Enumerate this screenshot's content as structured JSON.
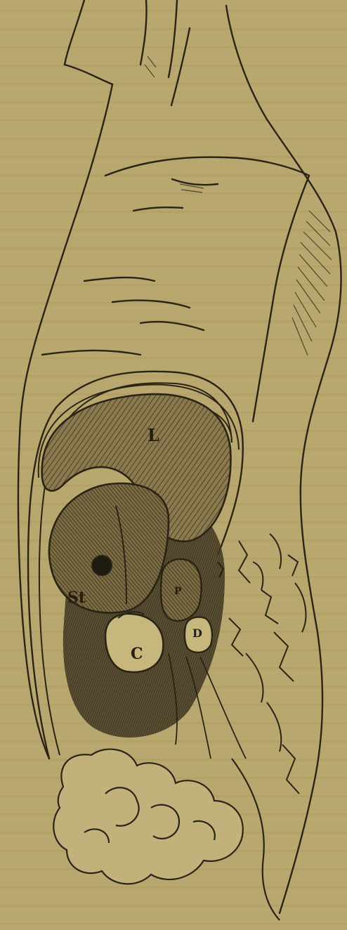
{
  "figure": {
    "labels": {
      "liver": "L",
      "stomach": "St",
      "pancreas": "P",
      "colon": "C",
      "duodenum": "D"
    },
    "colors": {
      "paper": "#b8a76e",
      "ink": "#2a2416",
      "shade": "#5d4f31",
      "bleed_text": "#a3925b"
    }
  }
}
